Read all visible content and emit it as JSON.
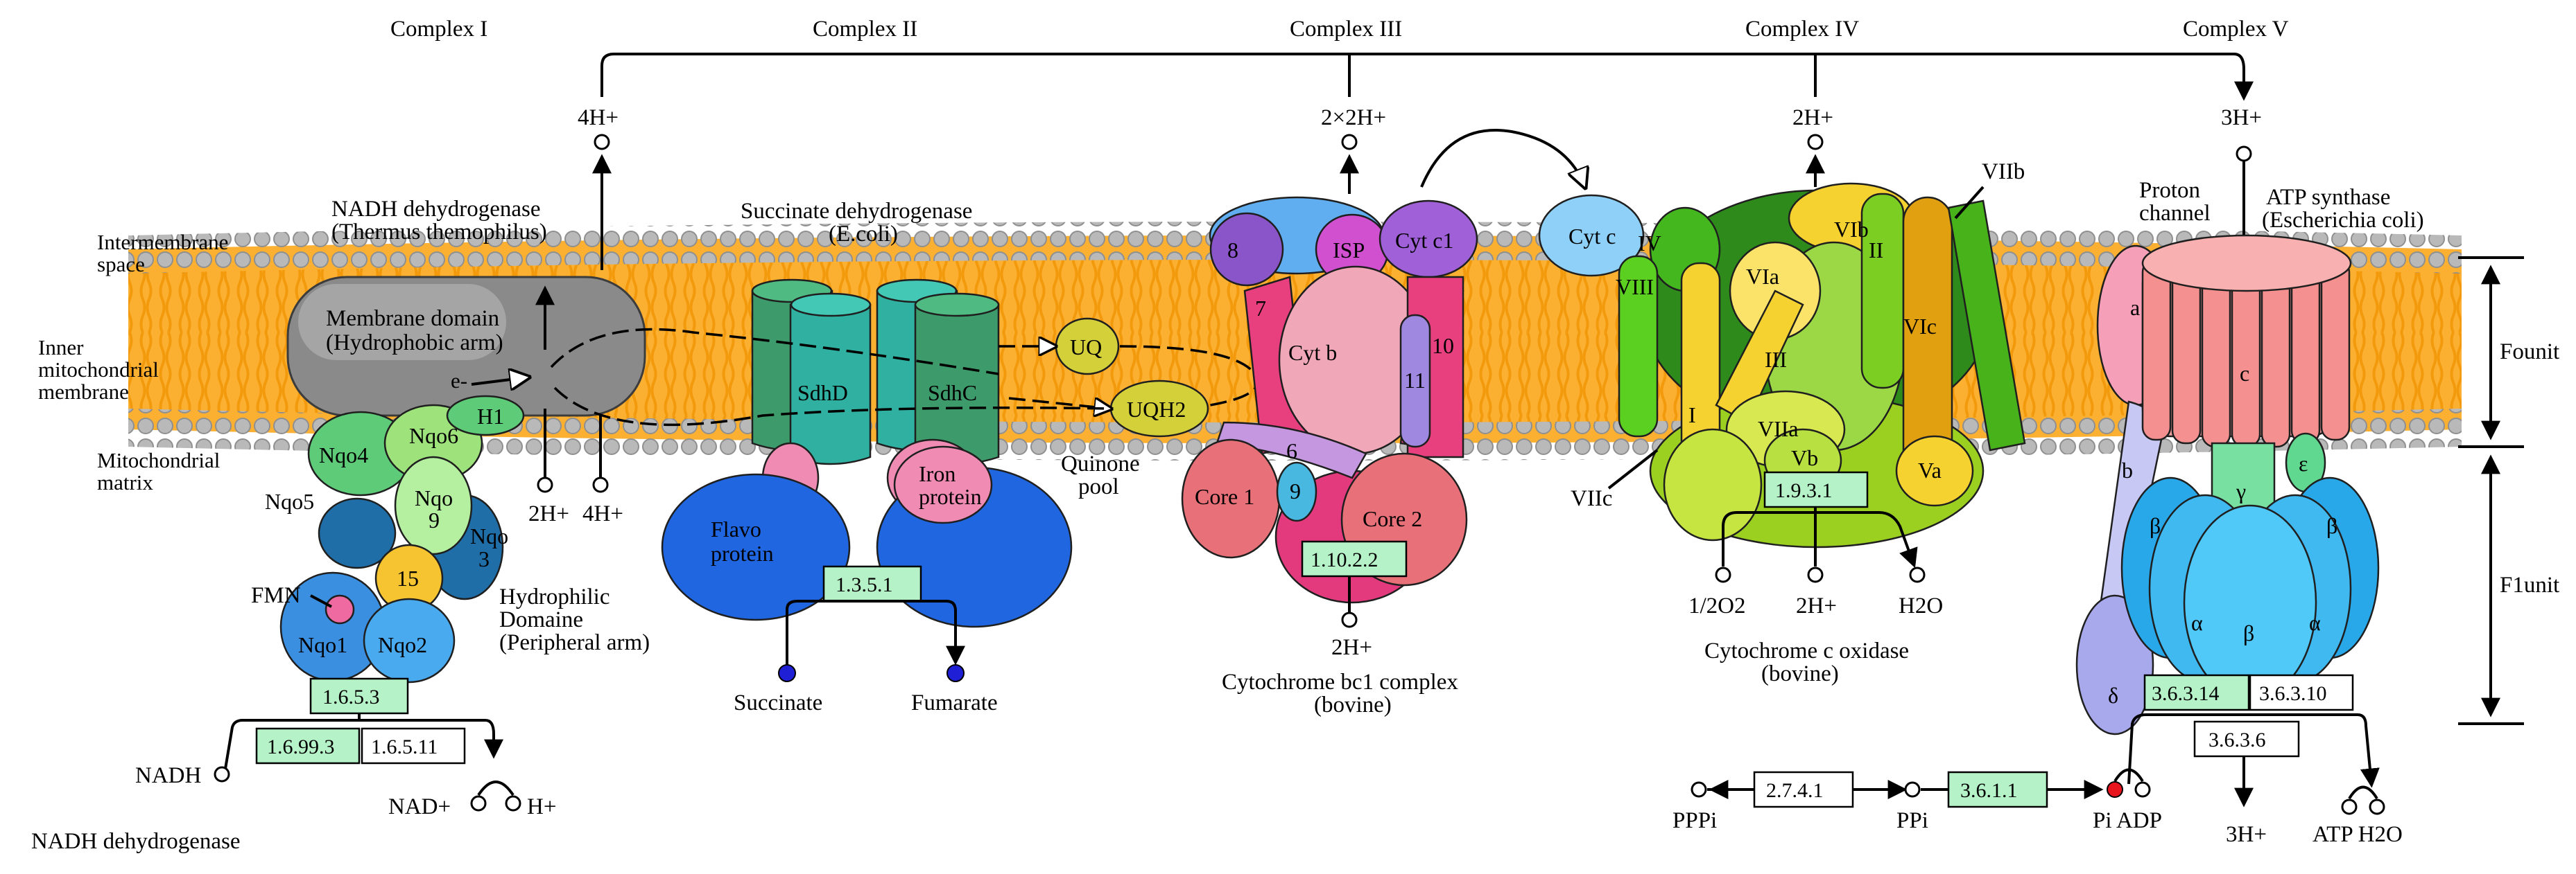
{
  "complexes": {
    "c1": "Complex I",
    "c2": "Complex II",
    "c3": "Complex III",
    "c4": "Complex IV",
    "c5": "Complex V"
  },
  "regions": {
    "intermembrane_1": "Intermembrane",
    "intermembrane_2": "space",
    "inner_1": "Inner",
    "inner_2": "mitochondrial",
    "inner_3": "membrane",
    "matrix_1": "Mitochondrial",
    "matrix_2": "matrix",
    "quinone_1": "Quinone",
    "quinone_2": "pool",
    "fo_unit": "Founit",
    "f1_unit": "F1unit"
  },
  "protons": {
    "c1_top": "4H+",
    "c3_top": "2×2H+",
    "c4_top": "2H+",
    "c5_top": "3H+",
    "c1_bottom_a": "2H+",
    "c1_bottom_b": "4H+",
    "c3_bottom": "2H+",
    "c4_bottom": "2H+",
    "c5_bottom": "3H+",
    "c1_nadp": "H+"
  },
  "enzymes": {
    "c1_name": "NADH dehydrogenase",
    "c1_org": "(Thermus themophilus)",
    "c1_membrane_1": "Membrane domain",
    "c1_membrane_2": "(Hydrophobic arm)",
    "c1_hydro_1": "Hydrophilic",
    "c1_hydro_2": "Domaine",
    "c1_hydro_3": "(Peripheral arm)",
    "c1_bottom_title": "NADH dehydrogenase",
    "c2_name": "Succinate dehydrogenase",
    "c2_org": "(E.coli)",
    "c3_name": "Cytochrome bc1 complex",
    "c3_org": "(bovine)",
    "c4_name": "Cytochrome c oxidase",
    "c4_org": "(bovine)",
    "c5_name": "ATP synthase",
    "c5_org": "(Escherichia coli)",
    "c5_channel_1": "Proton",
    "c5_channel_2": "channel"
  },
  "ec_numbers": {
    "c1_main": "1.6.5.3",
    "c1_a": "1.6.99.3",
    "c1_b": "1.6.5.11",
    "c2_main": "1.3.5.1",
    "c3_main": "1.10.2.2",
    "c4_main": "1.9.3.1",
    "c5_a": "3.6.3.14",
    "c5_b": "3.6.3.10",
    "c5_c": "3.6.3.6",
    "pp_a": "2.7.4.1",
    "pp_b": "3.6.1.1"
  },
  "compounds": {
    "nadh": "NADH",
    "nad": "NAD+",
    "fmn": "FMN",
    "e": "e-",
    "succinate": "Succinate",
    "fumarate": "Fumarate",
    "uq": "UQ",
    "uqh2": "UQH2",
    "cyt_c": "Cyt c",
    "half_o2": "1/2O2",
    "h2o": "H2O",
    "pppi": "PPPi",
    "ppi": "PPi",
    "pi_adp": "Pi ADP",
    "atp_h2o": "ATP H2O"
  },
  "subunits": {
    "nqo4": "Nqo4",
    "nqo6": "Nqo6",
    "h1": "H1",
    "nqo5": "Nqo5",
    "nqo9": "Nqo",
    "nqo9b": "9",
    "nqo3": "Nqo",
    "nqo3b": "3",
    "s15": "15",
    "nqo1": "Nqo1",
    "nqo2": "Nqo2",
    "sdhd": "SdhD",
    "sdhc": "SdhC",
    "flavo_1": "Flavo",
    "flavo_2": "protein",
    "iron_1": "Iron",
    "iron_2": "protein",
    "s8": "8",
    "isp": "ISP",
    "cyt_c1": "Cyt c1",
    "s7": "7",
    "cytb": "Cyt b",
    "s10": "10",
    "s11": "11",
    "s6": "6",
    "core1": "Core 1",
    "s9": "9",
    "core2": "Core 2",
    "iv": "IV",
    "viii": "VIII",
    "vib": "VIb",
    "via": "VIa",
    "iii": "III",
    "ii": "II",
    "vic": "VIc",
    "viib": "VIIb",
    "i": "I",
    "viia": "VIIa",
    "vb": "Vb",
    "va": "Va",
    "viic": "VIIc",
    "sa": "a",
    "sc": "c",
    "sb": "b",
    "se": "ε",
    "sg": "γ",
    "sbeta": "β",
    "salpha": "α",
    "sd": "δ"
  },
  "colors": {
    "membrane_orange": "#f7a21b",
    "head_grey": "#b5b5b5",
    "ec_green": "#b6f2c7",
    "metabolite_blue": "#1f1fd6",
    "metabolite_red": "#e8141e"
  }
}
